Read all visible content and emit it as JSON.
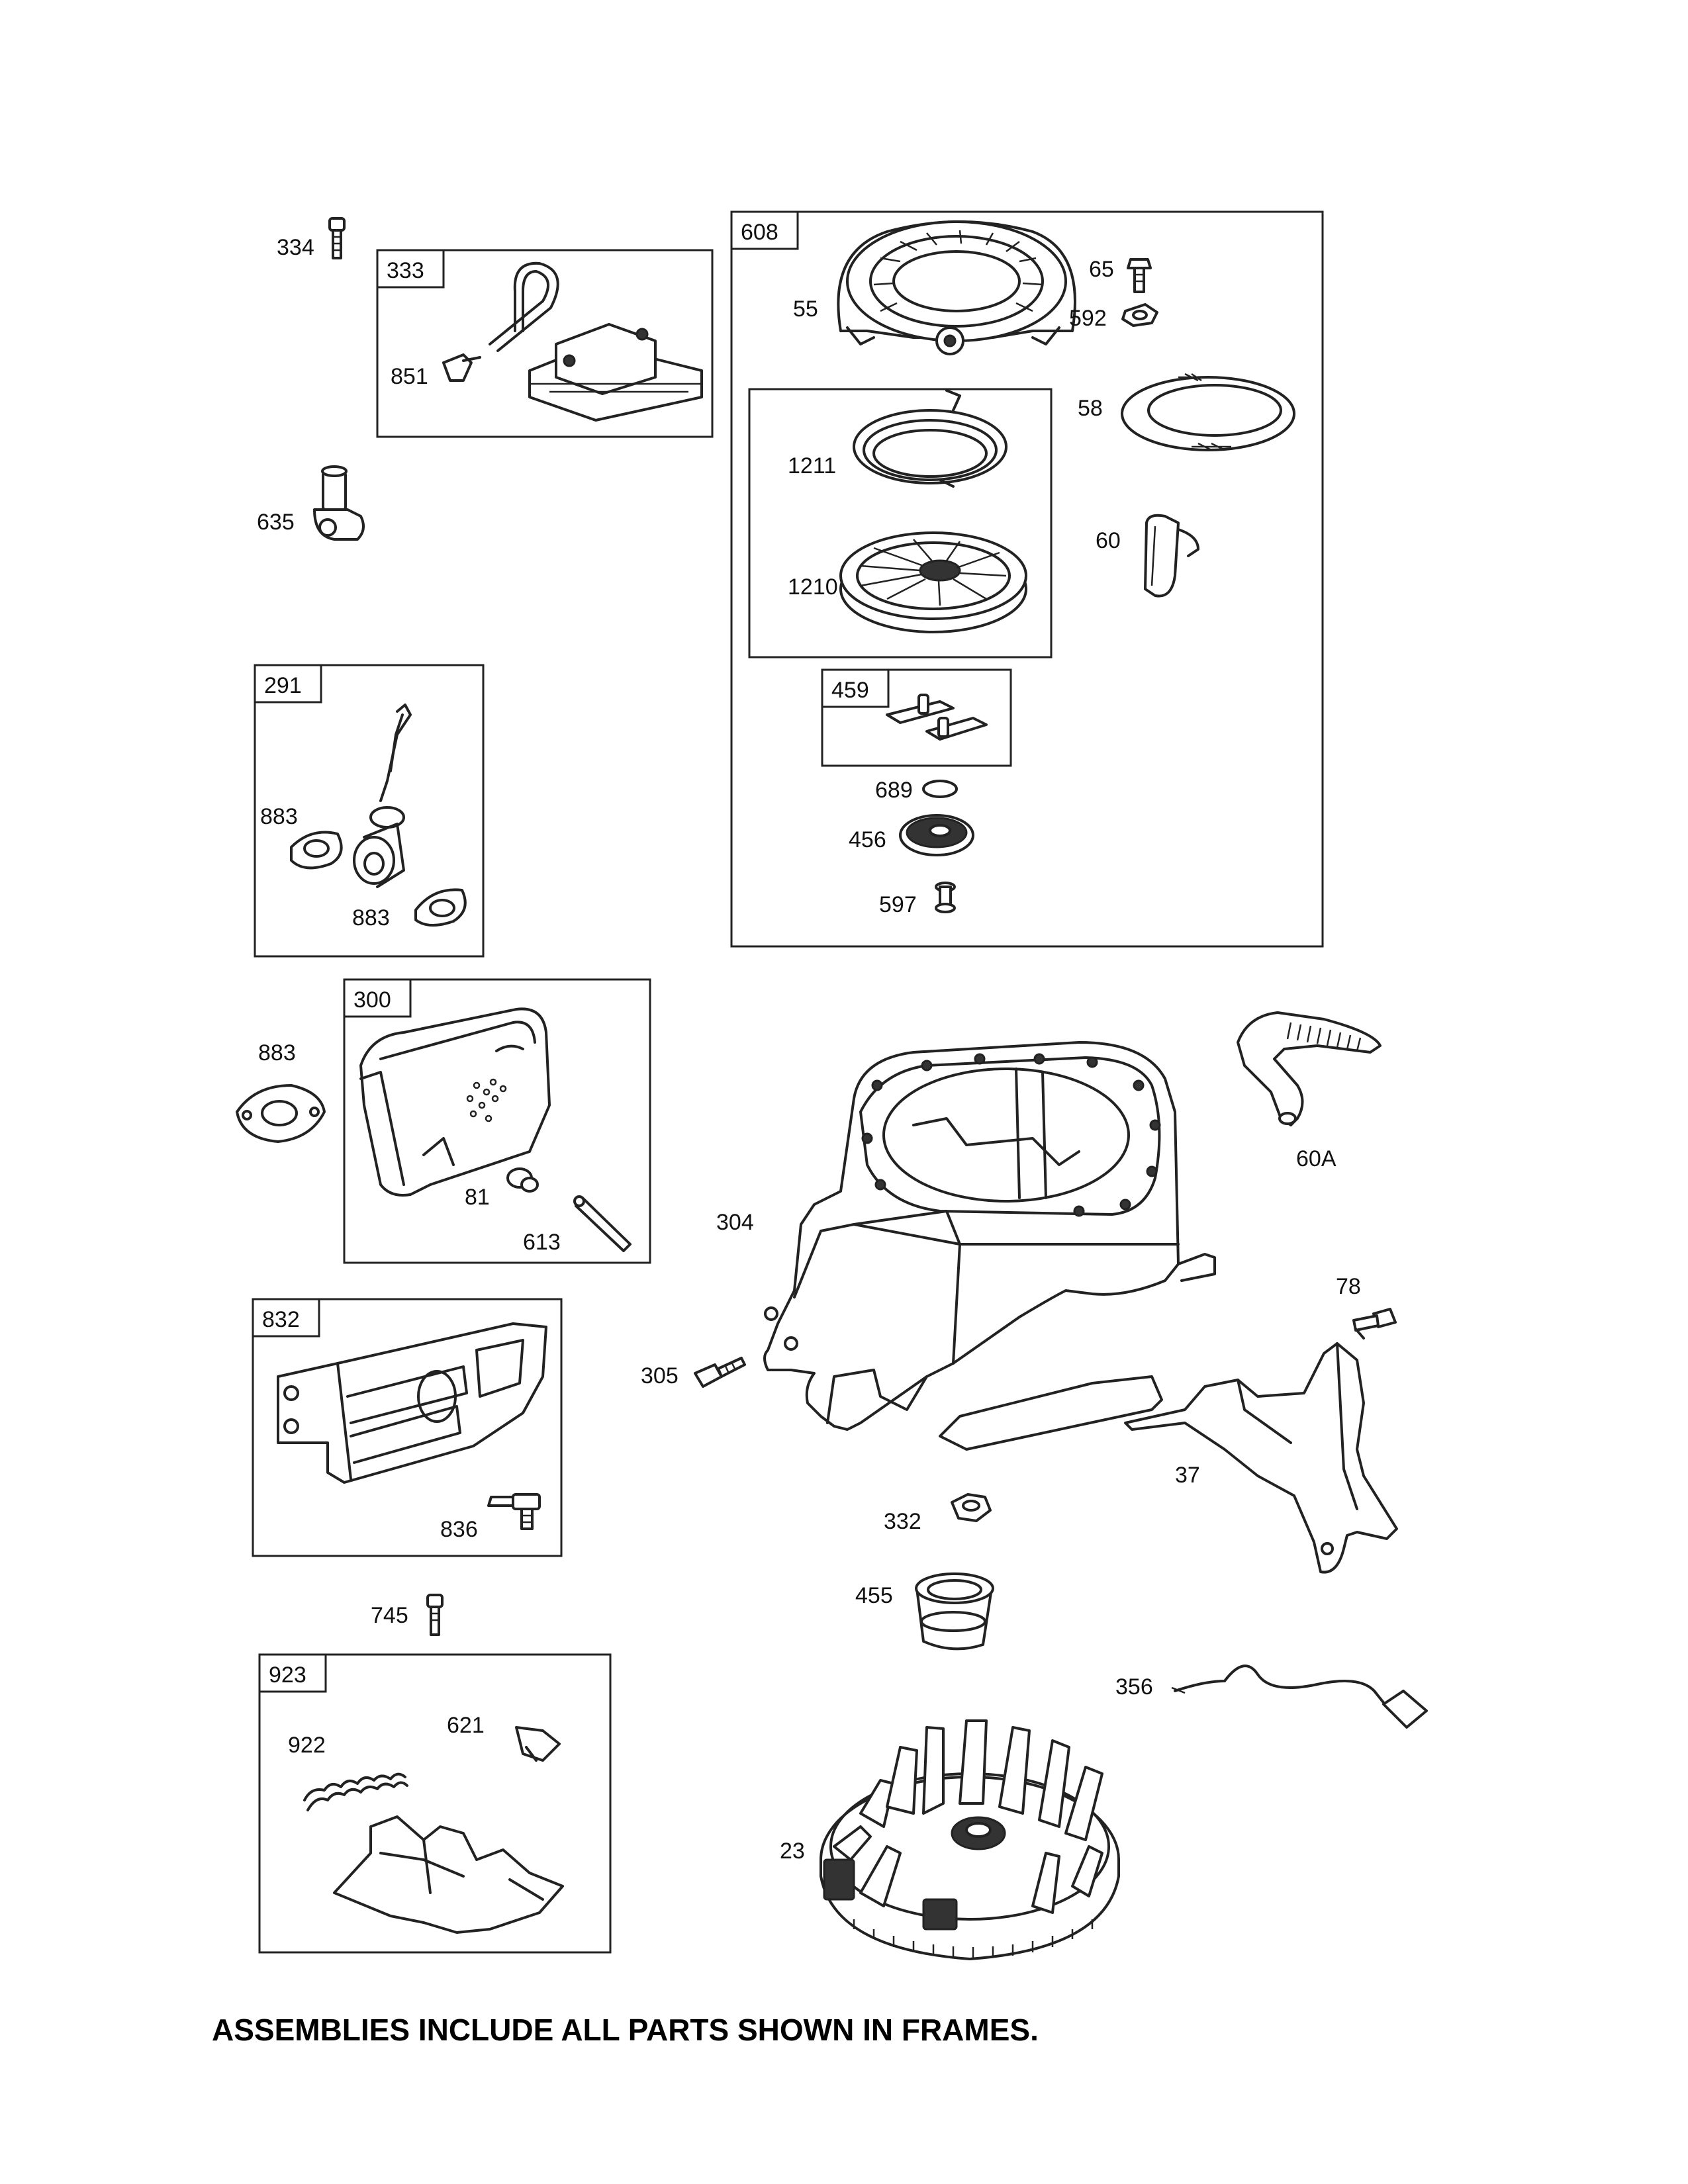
{
  "frames": {
    "f333": "333",
    "f608": "608",
    "f291": "291",
    "f300": "300",
    "f459": "459",
    "f832": "832",
    "f923": "923"
  },
  "labels": {
    "p334": "334",
    "p851": "851",
    "p635": "635",
    "p55": "55",
    "p65": "65",
    "p592": "592",
    "p58": "58",
    "p1211": "1211",
    "p1210": "1210",
    "p60": "60",
    "p689": "689",
    "p456": "456",
    "p597": "597",
    "p883a": "883",
    "p883b": "883",
    "p883c": "883",
    "p81": "81",
    "p613": "613",
    "p60A": "60A",
    "p304": "304",
    "p305": "305",
    "p78": "78",
    "p37": "37",
    "p836": "836",
    "p332": "332",
    "p455": "455",
    "p745": "745",
    "p356": "356",
    "p922": "922",
    "p621": "621",
    "p23": "23"
  },
  "footer": "ASSEMBLIES INCLUDE ALL PARTS SHOWN IN FRAMES."
}
